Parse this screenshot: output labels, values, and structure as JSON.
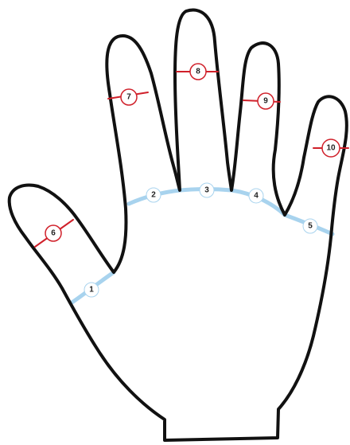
{
  "colors": {
    "outline": "#111111",
    "palm_segments": "#a8d3ee",
    "finger_lines": "#d0202a",
    "label_fill": "#ffffff",
    "label_text": "#222222"
  },
  "palm_labels": [
    {
      "id": "p1",
      "text": "1"
    },
    {
      "id": "p2",
      "text": "2"
    },
    {
      "id": "p3",
      "text": "3"
    },
    {
      "id": "p4",
      "text": "4"
    },
    {
      "id": "p5",
      "text": "5"
    }
  ],
  "finger_labels": [
    {
      "id": "f6",
      "text": "6"
    },
    {
      "id": "f7",
      "text": "7"
    },
    {
      "id": "f8",
      "text": "8"
    },
    {
      "id": "f9",
      "text": "9"
    },
    {
      "id": "f10",
      "text": "10"
    }
  ]
}
